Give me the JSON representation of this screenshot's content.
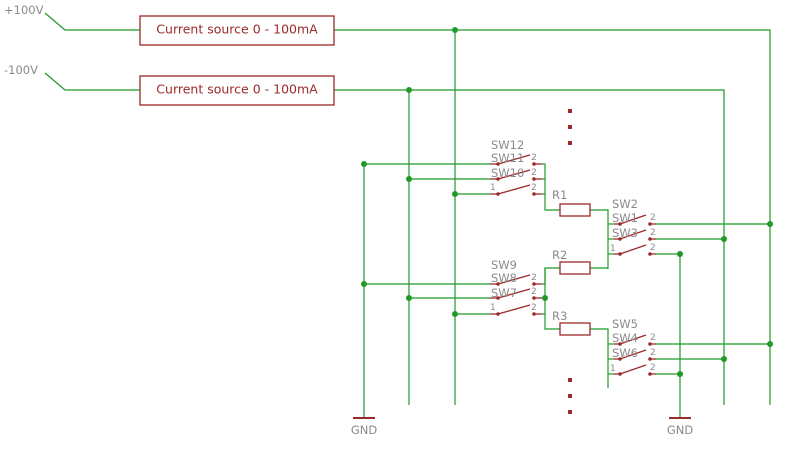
{
  "supplies": {
    "positive": "+100V",
    "negative": "-100V"
  },
  "current_sources": [
    {
      "label": "Current source 0 - 100mA"
    },
    {
      "label": "Current source 0 - 100mA"
    }
  ],
  "grounds": [
    {
      "label": "GND"
    },
    {
      "label": "GND"
    }
  ],
  "resistors": [
    {
      "label": "R1"
    },
    {
      "label": "R2"
    },
    {
      "label": "R3"
    }
  ],
  "switches": {
    "sw12": "SW12",
    "sw11": "SW11",
    "sw10": "SW10",
    "sw9": "SW9",
    "sw8": "SW8",
    "sw7": "SW7",
    "sw2": "SW2",
    "sw1": "SW1",
    "sw3": "SW3",
    "sw5": "SW5",
    "sw4": "SW4",
    "sw6": "SW6"
  },
  "pins": {
    "one": "1",
    "two": "2"
  },
  "colors": {
    "wire": "#1f9a27",
    "component": "#9b2a2a",
    "label": "#8a8a8a"
  }
}
